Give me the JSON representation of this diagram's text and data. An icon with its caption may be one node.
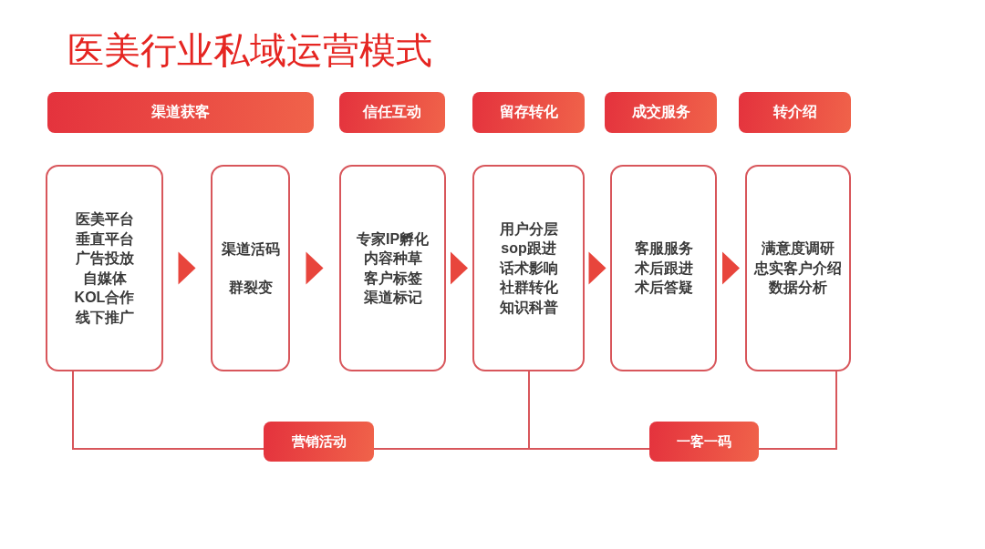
{
  "diagram": {
    "title": "医美行业私域运营模式",
    "nodes": [
      {
        "text": [
          "渠道获客"
        ]
      },
      {
        "text": [
          "信任互动"
        ]
      },
      {
        "text": [
          "留存转化"
        ]
      },
      {
        "text": [
          "成交服务"
        ]
      },
      {
        "text": [
          "转介绍"
        ]
      },
      {
        "text": [
          "医美平台",
          "垂直平台",
          "广告投放",
          "自媒体",
          "KOL合作",
          "线下推广"
        ]
      },
      {
        "text": [
          "渠道活码",
          "群裂变"
        ]
      },
      {
        "text": [
          "专家IP孵化",
          "内容种草",
          "客户标签",
          "渠道标记"
        ]
      },
      {
        "text": [
          "用户分层",
          "sop跟进",
          "话术影响",
          "社群转化",
          "知识科普"
        ]
      },
      {
        "text": [
          "客服服务",
          "术后跟进",
          "术后答疑"
        ]
      },
      {
        "text": [
          "满意度调研",
          "忠实客户介绍",
          "数据分析"
        ]
      },
      {
        "text": [
          "营销活动"
        ]
      },
      {
        "text": [
          "一客一码"
        ]
      }
    ],
    "edges": [
      {
        "from": 5,
        "to": 6,
        "arrow": "to"
      },
      {
        "from": 6,
        "to": 7,
        "arrow": "to"
      },
      {
        "from": 7,
        "to": 8,
        "arrow": "to"
      },
      {
        "from": 8,
        "to": 9,
        "arrow": "to"
      },
      {
        "from": 9,
        "to": 10,
        "arrow": "to"
      },
      {
        "from": 5,
        "to": 11,
        "arrow": "none"
      },
      {
        "from": 11,
        "to": 8,
        "arrow": "none"
      },
      {
        "from": 8,
        "to": 12,
        "arrow": "none"
      },
      {
        "from": 12,
        "to": 10,
        "arrow": "none"
      }
    ]
  }
}
